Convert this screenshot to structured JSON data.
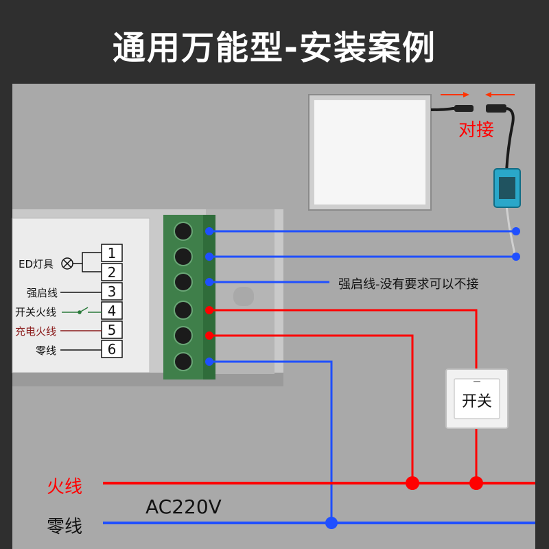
{
  "title": "通用万能型-安装案例",
  "colors": {
    "background": "#a9a9a9",
    "title_bar": "#2f2f2f",
    "live_wire": "#ff0000",
    "neutral_wire": "#1f4fff",
    "terminal_block": "#3f7f4a",
    "callout_text": "#ff0000"
  },
  "panel_light": {
    "connector_label": "对接"
  },
  "module_labels": [
    {
      "text": "ED灯具",
      "pin": "1"
    },
    {
      "text": "",
      "pin": "2"
    },
    {
      "text": "强启线",
      "pin": "3"
    },
    {
      "text": "开关火线",
      "pin": "4"
    },
    {
      "text": "充电火线",
      "pin": "5"
    },
    {
      "text": "零线",
      "pin": "6"
    }
  ],
  "strong_start_note": "强启线-没有要求可以不接",
  "switch_label": "开关",
  "mains": {
    "live_label": "火线",
    "neutral_label": "零线",
    "voltage_label": "AC220V"
  }
}
